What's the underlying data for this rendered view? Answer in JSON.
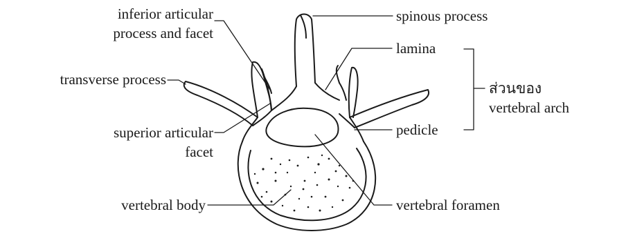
{
  "labels": {
    "inferior_line1": "inferior articular",
    "inferior_line2": "process and facet",
    "transverse": "transverse process",
    "superior_line1": "superior articular",
    "superior_line2": "facet",
    "body": "vertebral body",
    "spinous": "spinous process",
    "lamina": "lamina",
    "arch_group_line1": "ส่วนของ",
    "arch_group_line2": "vertebral arch",
    "pedicle": "pedicle",
    "foramen": "vertebral foramen"
  },
  "colors": {
    "ink": "#1a1a1a",
    "background": "#ffffff"
  }
}
